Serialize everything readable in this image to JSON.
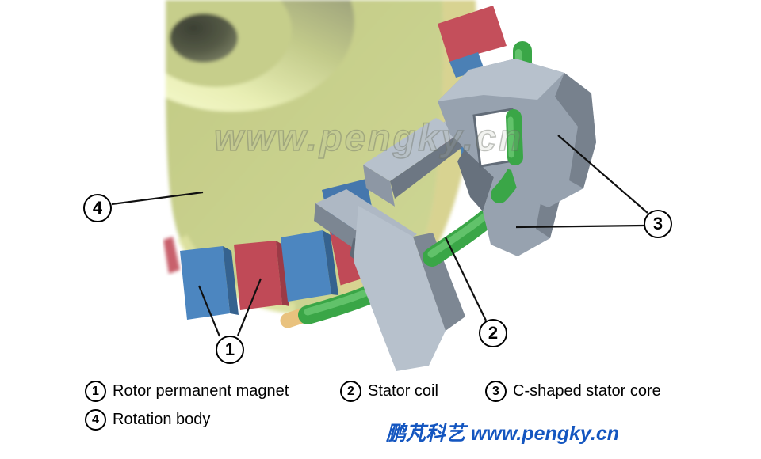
{
  "scene": {
    "watermark": "www.pengky.cn",
    "callouts": [
      {
        "number": "1"
      },
      {
        "number": "2"
      },
      {
        "number": "3"
      },
      {
        "number": "4"
      }
    ]
  },
  "legend": {
    "items": [
      {
        "number": "1",
        "label": "Rotor permanent magnet"
      },
      {
        "number": "2",
        "label": "Stator coil"
      },
      {
        "number": "3",
        "label": "C-shaped stator core"
      },
      {
        "number": "4",
        "label": "Rotation body"
      }
    ]
  },
  "footer": {
    "text": "鹏芃科艺 www.pengky.cn"
  },
  "colors": {
    "rotation_body": "#c8d08d",
    "magnet_blue": "#4c86c0",
    "magnet_red": "#c04a57",
    "stator_core_gray": "#97a2af",
    "coil_green": "#3aa647",
    "wire_tip_orange": "#e9c27e",
    "footer_blue": "#1456c0"
  }
}
